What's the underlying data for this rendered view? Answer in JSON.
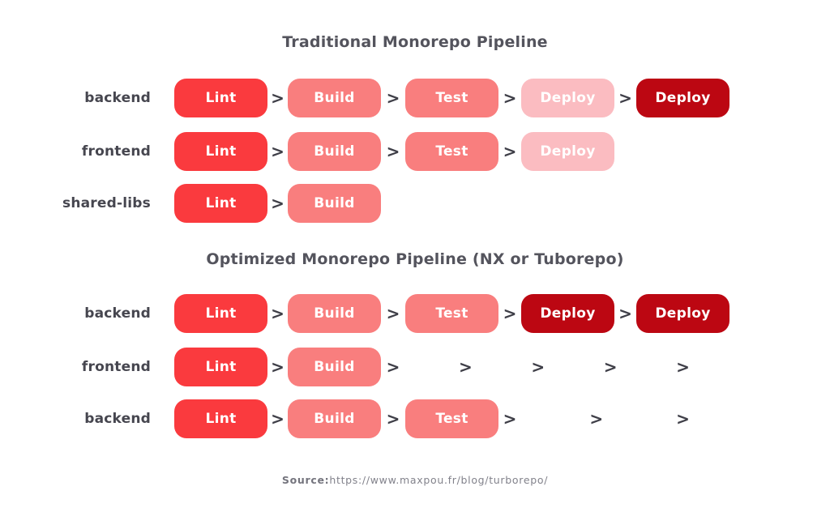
{
  "palette": {
    "red": "#FA3A3E",
    "salmon": "#F97E7E",
    "pale_pink": "#FBBCC1",
    "dark_red": "#BC0712",
    "title_text": "#54545D",
    "label_text": "#46464F",
    "chevron": "#3F3F48",
    "pill_text": "#FFFFFF",
    "footer_text": "#82828B",
    "background": "#FFFFFF"
  },
  "glyphs": {
    "chevron": ">"
  },
  "footer": {
    "source_label": "Source:",
    "source_url": "https://www.maxpou.fr/blog/turborepo/"
  },
  "sections": [
    {
      "title": "Traditional Monorepo Pipeline",
      "rows": [
        {
          "label": "backend",
          "steps": [
            {
              "label": "Lint",
              "tone": "red"
            },
            {
              "label": "Build",
              "tone": "salmon"
            },
            {
              "label": "Test",
              "tone": "salmon"
            },
            {
              "label": "Deploy",
              "tone": "pale_pink"
            },
            {
              "label": "Deploy",
              "tone": "dark_red"
            }
          ],
          "trailing_chevrons": 0
        },
        {
          "label": "frontend",
          "steps": [
            {
              "label": "Lint",
              "tone": "red"
            },
            {
              "label": "Build",
              "tone": "salmon"
            },
            {
              "label": "Test",
              "tone": "salmon"
            },
            {
              "label": "Deploy",
              "tone": "pale_pink"
            }
          ],
          "trailing_chevrons": 0
        },
        {
          "label": "shared-libs",
          "steps": [
            {
              "label": "Lint",
              "tone": "red"
            },
            {
              "label": "Build",
              "tone": "salmon"
            }
          ],
          "trailing_chevrons": 0
        }
      ]
    },
    {
      "title": "Optimized Monorepo Pipeline (NX or Tuborepo)",
      "rows": [
        {
          "label": "backend",
          "steps": [
            {
              "label": "Lint",
              "tone": "red"
            },
            {
              "label": "Build",
              "tone": "salmon"
            },
            {
              "label": "Test",
              "tone": "salmon"
            },
            {
              "label": "Deploy",
              "tone": "dark_red"
            },
            {
              "label": "Deploy",
              "tone": "dark_red"
            }
          ],
          "trailing_chevrons": 0
        },
        {
          "label": "frontend",
          "steps": [
            {
              "label": "Lint",
              "tone": "red"
            },
            {
              "label": "Build",
              "tone": "salmon"
            }
          ],
          "trailing_chevrons": 5
        },
        {
          "label": "backend",
          "steps": [
            {
              "label": "Lint",
              "tone": "red"
            },
            {
              "label": "Build",
              "tone": "salmon"
            },
            {
              "label": "Test",
              "tone": "salmon"
            }
          ],
          "trailing_chevrons": 3
        }
      ]
    }
  ]
}
